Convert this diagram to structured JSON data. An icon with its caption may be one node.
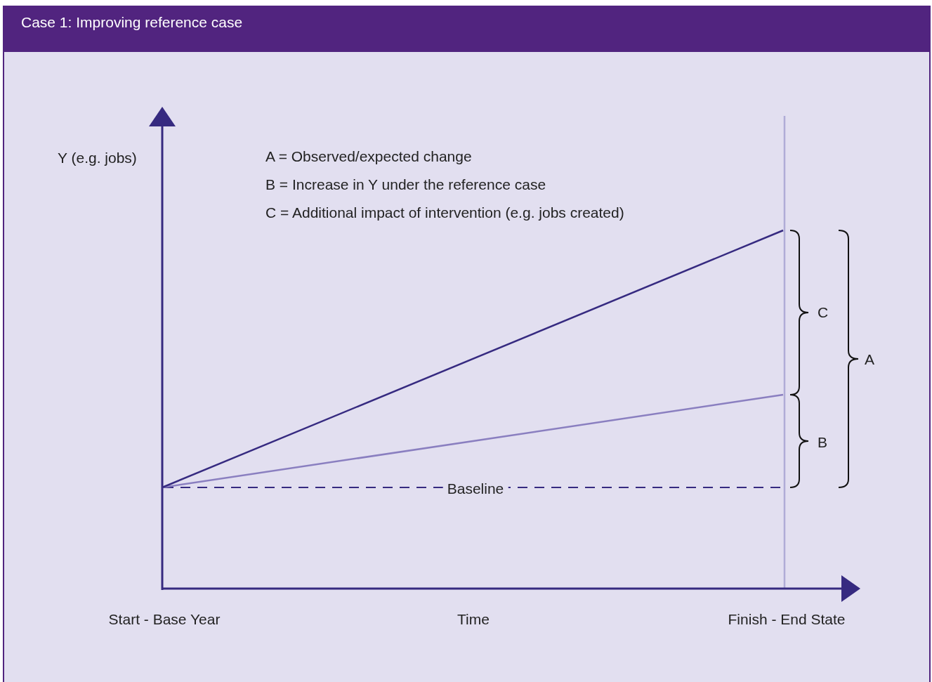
{
  "diagram": {
    "title": "Case 1: Improving reference case",
    "labels": [
      "Y (e.g. jobs)",
      "A = Observed/expected change",
      "B = Increase in Y under the reference case",
      "C = Additional impact of intervention (e.g. jobs created)",
      "C",
      "A",
      "B",
      "Baseline",
      "Start - Base Year",
      "Time",
      "Finish - End State"
    ]
  }
}
